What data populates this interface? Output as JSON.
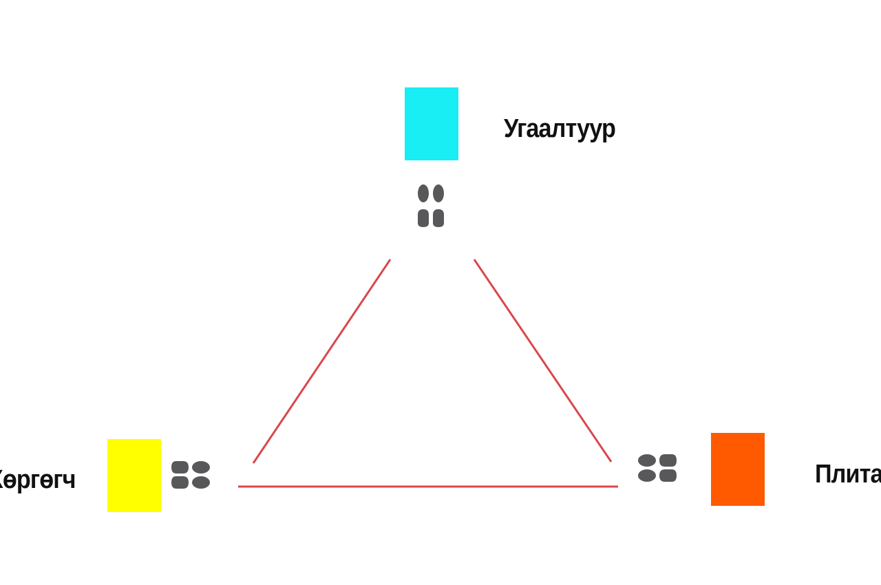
{
  "stations": {
    "sink": {
      "label": "Угаалтуур",
      "color": "#19eef5"
    },
    "fridge": {
      "label": "Хөргөгч",
      "color": "#ffff00"
    },
    "stove": {
      "label": "Плита",
      "color": "#ff5a00"
    }
  },
  "colors": {
    "triangle_edge": "#d9474b",
    "footprint": "#58585a",
    "background": "#ffffff"
  },
  "icons": [
    "footprints-icon"
  ]
}
